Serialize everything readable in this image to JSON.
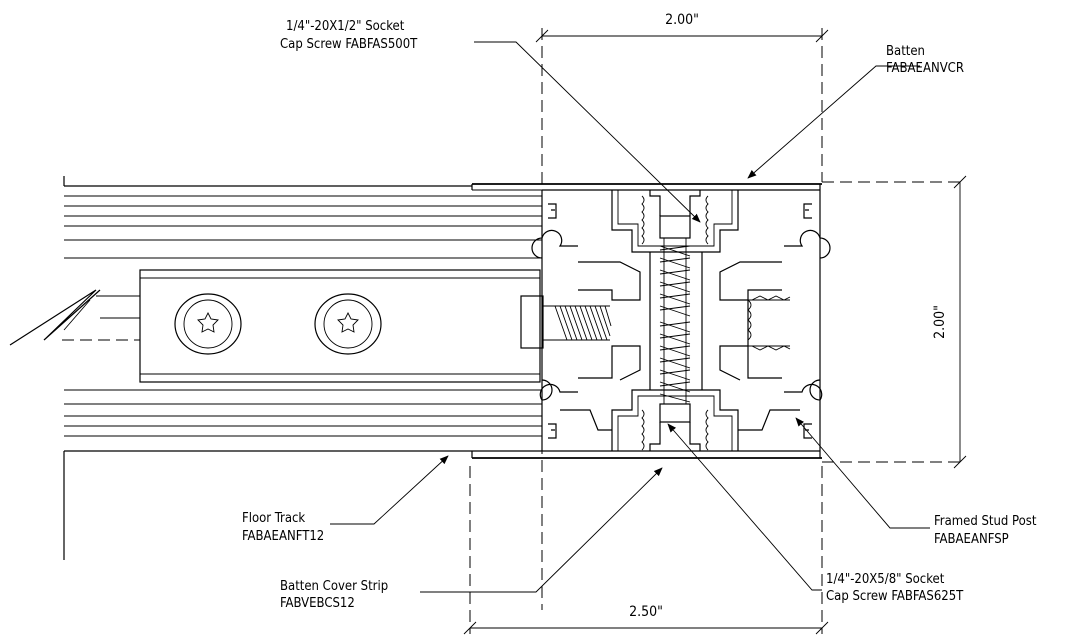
{
  "labels": {
    "screw_top_line1": "1/4\"-20X1/2\" Socket",
    "screw_top_line2": "Cap Screw FABFAS500T",
    "batten_line1": "Batten",
    "batten_line2": "FABAEANVCR",
    "floor_track_line1": "Floor Track",
    "floor_track_line2": "FABAEANFT12",
    "framed_stud_line1": "Framed Stud Post",
    "framed_stud_line2": "FABAEANFSP",
    "cover_strip_line1": "Batten Cover Strip",
    "cover_strip_line2": "FABVEBCS12",
    "screw_bottom_line1": "1/4\"-20X5/8\" Socket",
    "screw_bottom_line2": "Cap Screw FABFAS625T"
  },
  "dimensions": {
    "top_width": "2.00\"",
    "right_height": "2.00\"",
    "bottom_width": "2.50\""
  }
}
